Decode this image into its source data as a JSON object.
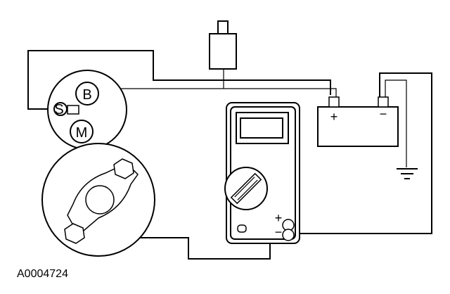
{
  "diagram": {
    "figure_id": "A0004724",
    "solenoid_terminals": {
      "battery": "B",
      "start": "S",
      "motor": "M"
    },
    "battery_polarity": {
      "positive": "+",
      "negative": "−"
    },
    "meter_leads": {
      "positive": "+",
      "negative": "−"
    },
    "icons": [
      "starter-solenoid-icon",
      "starter-motor-icon",
      "ignition-switch-icon",
      "battery-icon",
      "ground-icon",
      "multimeter-icon"
    ]
  }
}
